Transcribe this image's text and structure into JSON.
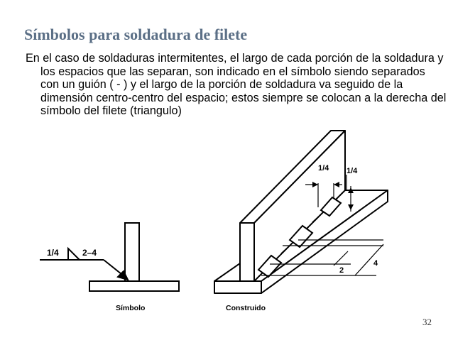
{
  "slide": {
    "title": "Símbolos para soldadura de filete",
    "body": "En el caso de soldaduras intermitentes, el largo de cada porción de la soldadura y los espacios que las separan, son indicado en el símbolo siendo separados con un guión ( - ) y el largo de la porción de soldadura va seguido de la dimensión centro-centro del espacio; estos siempre se colocan a la derecha del símbolo del filete (triangulo)",
    "page_number": "32"
  },
  "figure": {
    "symbol_caption": "Símbolo",
    "built_caption": "Construido",
    "symbol_size": "1/4",
    "symbol_pitch": "2–4",
    "dim_top_left": "1/4",
    "dim_top_right": "1/4",
    "dim_length": "2",
    "dim_pitch": "4"
  }
}
